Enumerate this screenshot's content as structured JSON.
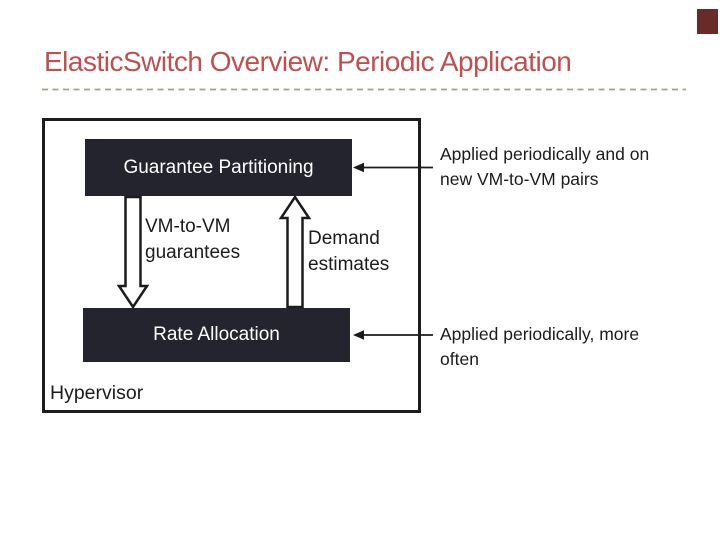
{
  "slide": {
    "title": "ElasticSwitch Overview: Periodic Application"
  },
  "colors": {
    "title_text": "#C0504D",
    "dashed_underline": "#A5A48D",
    "corner_accent": "#682B28",
    "dark_box_fill": "#24242F",
    "dark_box_text": "#FFFFFF",
    "diagram_line": "#1C1C1C",
    "background": "#FFFFFF"
  },
  "diagram": {
    "hypervisor_label": "Hypervisor",
    "guarantee_partitioning_box": "Guarantee Partitioning",
    "rate_allocation_box": "Rate Allocation",
    "down_arrow_label_line1": "VM-to-VM",
    "down_arrow_label_line2": "guarantees",
    "up_arrow_label_line1": "Demand",
    "up_arrow_label_line2": "estimates"
  },
  "annotations": {
    "guarantee_partitioning_note_line1": "Applied periodically and on",
    "guarantee_partitioning_note_line2": "new VM-to-VM pairs",
    "rate_allocation_note_line1": "Applied periodically, more",
    "rate_allocation_note_line2": "often"
  }
}
